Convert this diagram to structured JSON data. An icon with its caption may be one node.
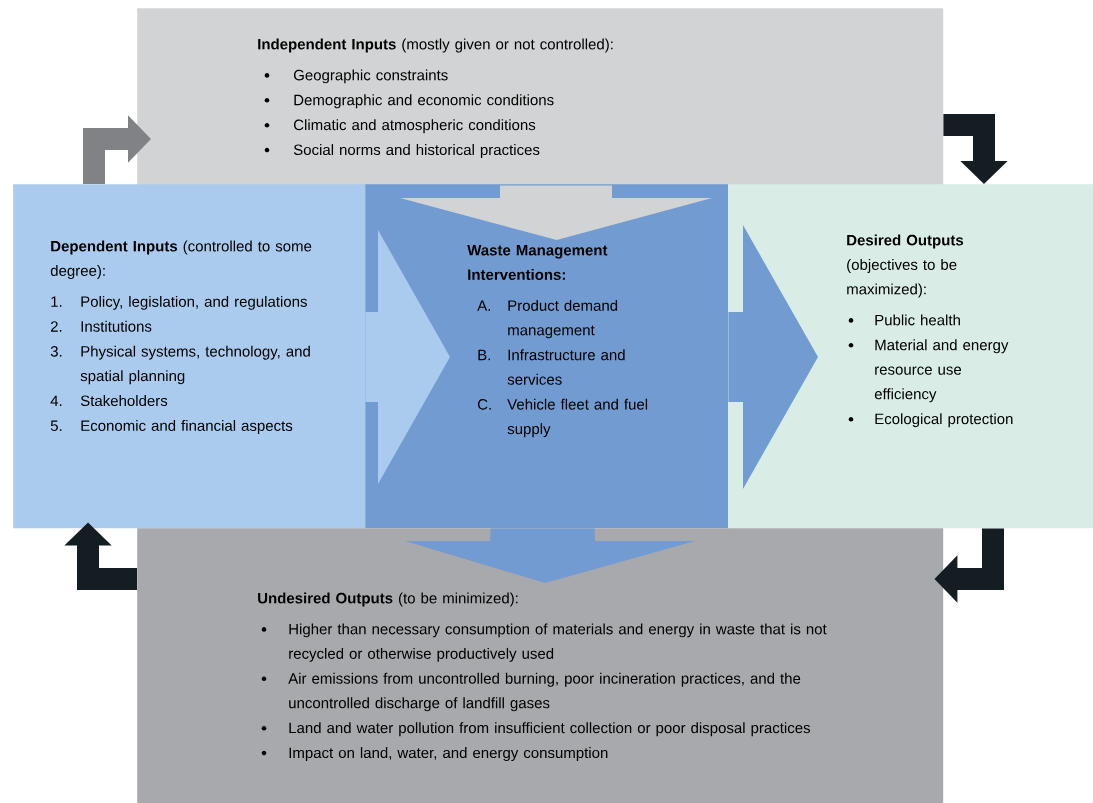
{
  "diagram": {
    "nodes": [
      {
        "text": [
          "**Independent Inputs** (mostly given or not controlled):",
          "Geographic constraints",
          "Demographic and economic conditions",
          "Climatic and atmospheric conditions",
          "Social norms and historical practices"
        ]
      },
      {
        "text": [
          "**Dependent Inputs** (controlled to some degree):",
          "1.",
          "Policy, legislation, and regulations",
          "2.",
          "Institutions",
          "3.",
          "Physical systems, technology, and spatial planning",
          "4.",
          "Stakeholders",
          "5.",
          "Economic and financial aspects"
        ]
      },
      {
        "text": [
          "Waste Management Interventions:",
          "A.",
          "Product demand management",
          "B.",
          "Infrastructure and services",
          "C.",
          "Vehicle fleet and fuel supply"
        ]
      },
      {
        "text": [
          "**Desired Outputs** (objectives to be maximized):",
          "Public health",
          "Material and energy resource use efficiency",
          "Ecological protection"
        ]
      },
      {
        "text": [
          "**Undesired Outputs** (to be minimized):",
          "Higher than necessary consumption of materials and energy in waste that is not recycled or otherwise productively used",
          "Air emissions from uncontrolled burning, poor incineration practices, and the uncontrolled discharge of landfill gases",
          "Land and water pollution from insufficient collection or poor disposal practices",
          "Impact on land, water, and energy consumption"
        ]
      }
    ],
    "edges": [
      {
        "from": 1,
        "to": 0,
        "arrow": "to",
        "color": "#808285"
      },
      {
        "from": 0,
        "to": 3,
        "arrow": "to"
      },
      {
        "from": 3,
        "to": 4,
        "arrow": "to"
      },
      {
        "from": 4,
        "to": 1,
        "arrow": "to"
      },
      {
        "from": 0,
        "to": 2,
        "arrow": "to",
        "color": "#d1d3d4"
      },
      {
        "from": 1,
        "to": 2,
        "arrow": "to",
        "color": "#aacbee"
      },
      {
        "from": 2,
        "to": 3,
        "arrow": "to",
        "color": "#729bd1"
      },
      {
        "from": 2,
        "to": 4,
        "arrow": "to",
        "color": "#729bd1"
      }
    ]
  }
}
